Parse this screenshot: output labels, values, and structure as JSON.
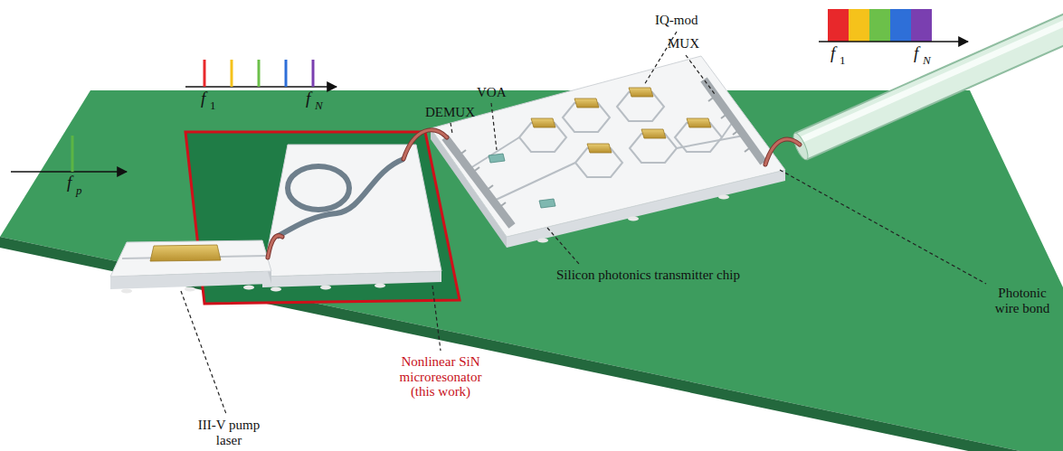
{
  "diagram": {
    "labels": [
      "f",
      "p",
      "f",
      "1",
      "f",
      "N",
      "DEMUX",
      "VOA",
      "IQ-mod",
      "MUX",
      "f",
      "1",
      "f",
      "N",
      "Photonic wire bond",
      "Silicon photonics transmitter chip",
      "Nonlinear SiN microresonator (this work)",
      "III-V pump laser"
    ]
  }
}
